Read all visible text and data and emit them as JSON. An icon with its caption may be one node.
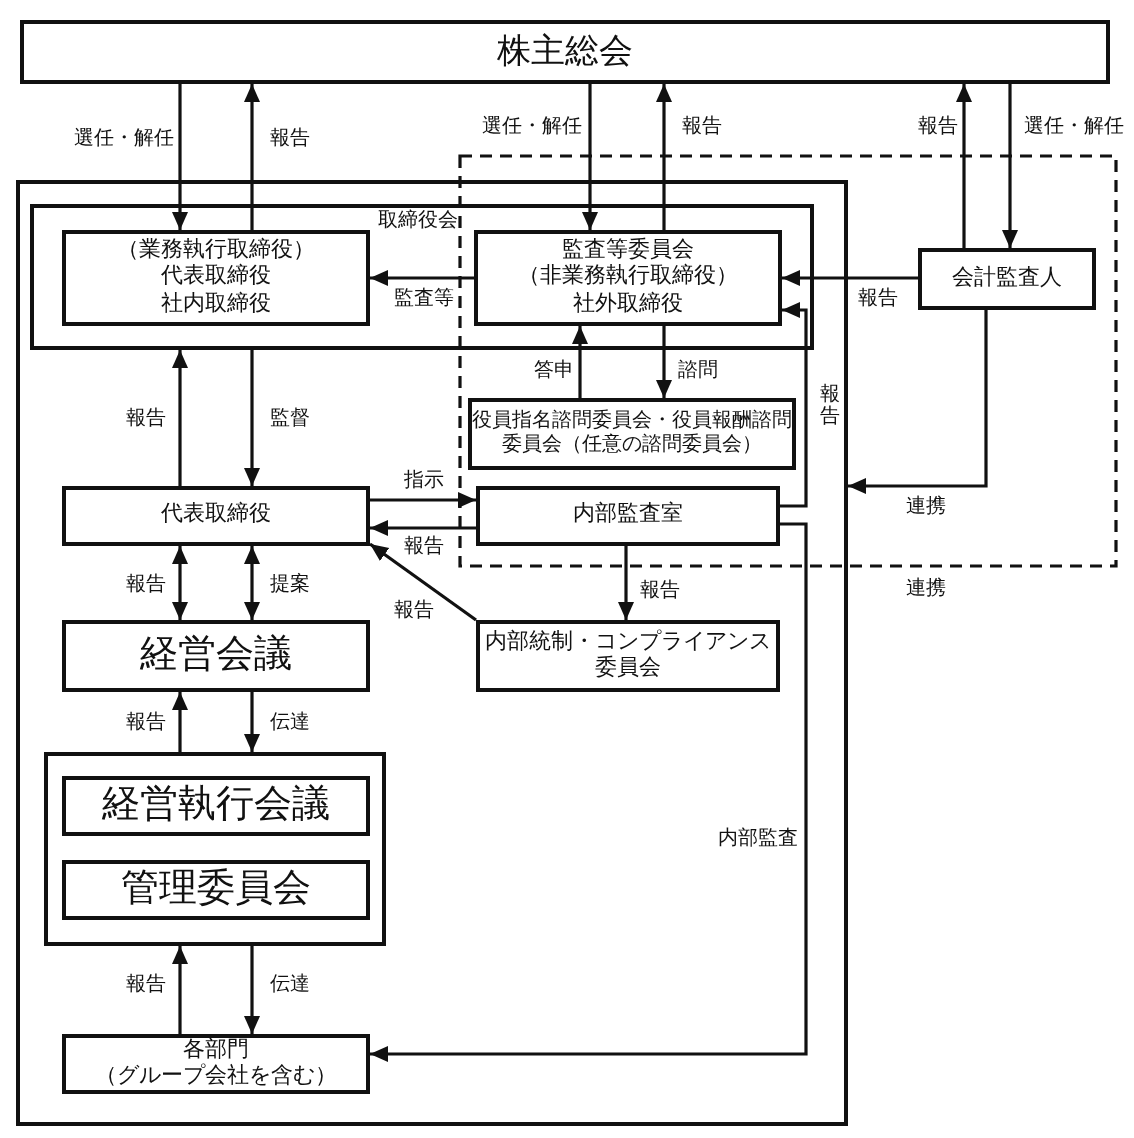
{
  "diagram": {
    "nodes": [
      {
        "text": [
          "株主総会"
        ]
      },
      {
        "text": [],
        "shape": "box"
      },
      {
        "text": [
          "取締役会"
        ],
        "in": 1
      },
      {
        "text": [
          "（業務執行取締役）",
          "代表取締役",
          "社内取締役"
        ],
        "in": 2
      },
      {
        "text": [
          "監査等委員会",
          "（非業務執行取締役）",
          "社外取締役"
        ],
        "in": 2
      },
      {
        "text": [
          "会計監査人"
        ]
      },
      {
        "text": [
          "役員指名諮問委員会・役員報酬諮問委員会（任意の諮問委員会）"
        ],
        "in": 1
      },
      {
        "text": [
          "代表取締役"
        ],
        "in": 1
      },
      {
        "text": [
          "内部監査室"
        ],
        "in": 1
      },
      {
        "text": [
          "内部統制・コンプライアンス委員会"
        ],
        "in": 1
      },
      {
        "text": [
          "経営会議"
        ],
        "in": 1
      },
      {
        "text": [],
        "shape": "box",
        "in": 1
      },
      {
        "text": [
          "経営執行会議"
        ],
        "in": 11
      },
      {
        "text": [
          "管理委員会"
        ],
        "in": 11
      },
      {
        "text": [
          "各部門",
          "（グループ会社を含む）"
        ],
        "in": 1
      }
    ],
    "edges": [
      {
        "from": 0,
        "to": 3,
        "arrow": "to",
        "label": "選任・解任"
      },
      {
        "from": 3,
        "to": 0,
        "arrow": "to",
        "label": "報告"
      },
      {
        "from": 0,
        "to": 4,
        "arrow": "to",
        "label": "選任・解任"
      },
      {
        "from": 4,
        "to": 0,
        "arrow": "to",
        "label": "報告"
      },
      {
        "from": 5,
        "to": 0,
        "arrow": "to",
        "label": "報告"
      },
      {
        "from": 0,
        "to": 5,
        "arrow": "to",
        "label": "選任・解任"
      },
      {
        "from": 4,
        "to": 3,
        "arrow": "to",
        "label": "監査等"
      },
      {
        "from": 5,
        "to": 4,
        "arrow": "to",
        "label": "報告"
      },
      {
        "from": 7,
        "to": 2,
        "arrow": "to",
        "label": "報告"
      },
      {
        "from": 2,
        "to": 7,
        "arrow": "to",
        "label": "監督"
      },
      {
        "from": 6,
        "to": 4,
        "arrow": "to",
        "label": "答申"
      },
      {
        "from": 4,
        "to": 6,
        "arrow": "to",
        "label": "諮問"
      },
      {
        "from": 7,
        "to": 8,
        "arrow": "to",
        "label": "指示"
      },
      {
        "from": 8,
        "to": 7,
        "arrow": "to",
        "label": "報告"
      },
      {
        "from": 9,
        "to": 7,
        "arrow": "to",
        "label": "報告"
      },
      {
        "from": 8,
        "to": 9,
        "arrow": "to",
        "label": "報告"
      },
      {
        "from": 7,
        "to": 10,
        "arrow": "both",
        "label": "報告"
      },
      {
        "from": 7,
        "to": 10,
        "arrow": "both",
        "label": "提案"
      },
      {
        "from": 11,
        "to": 10,
        "arrow": "to",
        "label": "報告"
      },
      {
        "from": 10,
        "to": 11,
        "arrow": "to",
        "label": "伝達"
      },
      {
        "from": 14,
        "to": 11,
        "arrow": "to",
        "label": "報告"
      },
      {
        "from": 11,
        "to": 14,
        "arrow": "to",
        "label": "伝達"
      },
      {
        "from": 8,
        "to": 4,
        "arrow": "to",
        "label": "報告"
      },
      {
        "from": 8,
        "to": 14,
        "arrow": "to",
        "label": "内部監査"
      },
      {
        "from": 5,
        "to": 1,
        "arrow": "to",
        "label": "連携"
      }
    ],
    "labels": [
      "連携"
    ]
  }
}
